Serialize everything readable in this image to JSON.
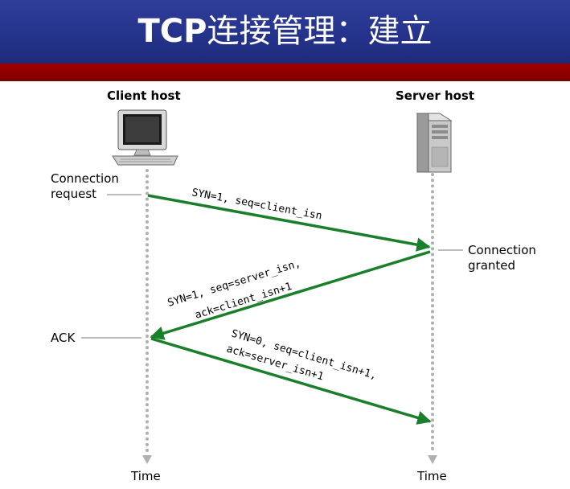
{
  "slide": {
    "title_en": "TCP",
    "title_zh": "连接管理：建立"
  },
  "hosts": {
    "client": "Client host",
    "server": "Server host"
  },
  "events": {
    "connection_request_line1": "Connection",
    "connection_request_line2": "request",
    "connection_granted_line1": "Connection",
    "connection_granted_line2": "granted",
    "ack": "ACK"
  },
  "messages": {
    "m1": "SYN=1, seq=client_isn",
    "m2_line1": "SYN=1, seq=server_isn,",
    "m2_line2": "ack=client_isn+1",
    "m3_line1": "SYN=0, seq=client_isn+1,",
    "m3_line2": "ack=server_isn+1"
  },
  "timeline": {
    "client_time": "Time",
    "server_time": "Time"
  },
  "colors": {
    "header_blue": "#24328a",
    "header_red": "#8b0000",
    "arrow_green": "#1a7f2a",
    "timeline_gray": "#b0b0b0"
  }
}
